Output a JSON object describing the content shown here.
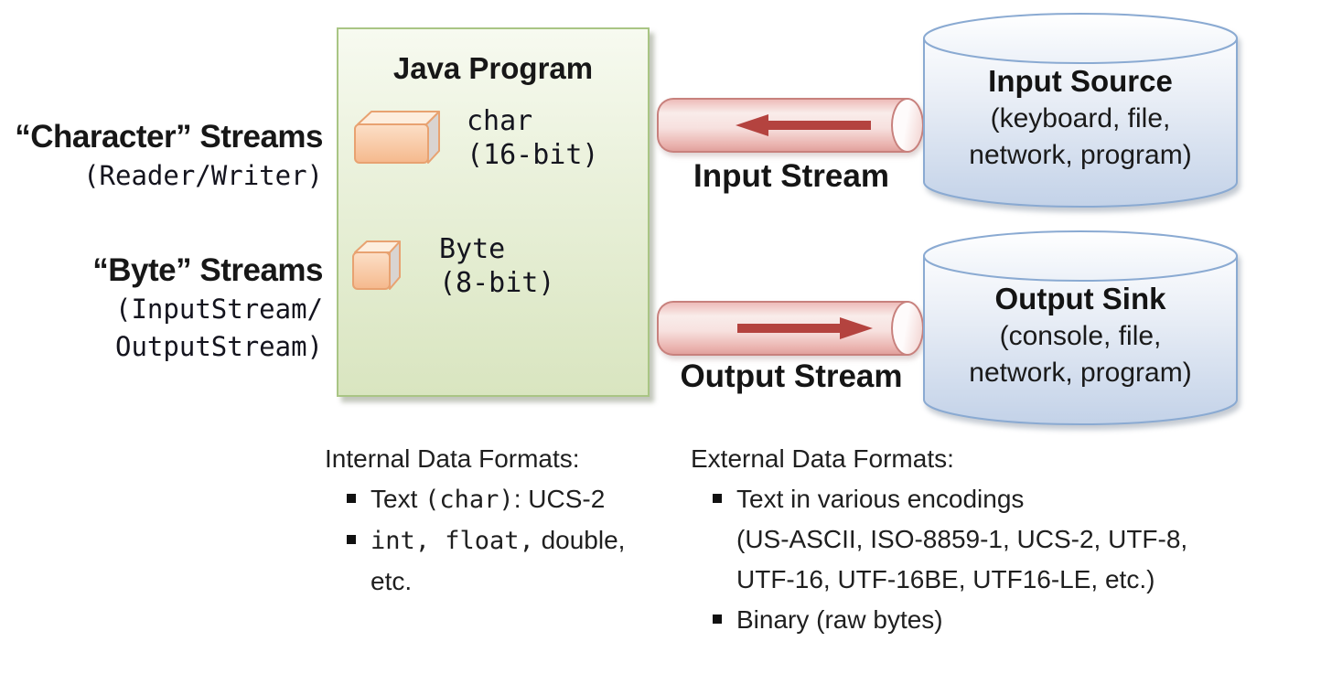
{
  "left_labels": {
    "char_streams": {
      "title": "“Character” Streams",
      "subtitle": "(Reader/Writer)"
    },
    "byte_streams": {
      "title": "“Byte” Streams",
      "subtitle_line1": "(InputStream/",
      "subtitle_line2": "OutputStream)"
    }
  },
  "java_program": {
    "title": "Java Program",
    "char_item": {
      "name": "char",
      "size": "(16-bit)"
    },
    "byte_item": {
      "name": "Byte",
      "size": "(8-bit)"
    }
  },
  "streams": {
    "input": {
      "label": "Input Stream",
      "direction": "left"
    },
    "output": {
      "label": "Output Stream",
      "direction": "right"
    }
  },
  "endpoints": {
    "input_source": {
      "title": "Input Source",
      "detail_line1": "(keyboard, file,",
      "detail_line2": "network, program)"
    },
    "output_sink": {
      "title": "Output Sink",
      "detail_line1": "(console, file,",
      "detail_line2": "network, program)"
    }
  },
  "formats": {
    "internal": {
      "heading": "Internal Data Formats:",
      "bullet1": {
        "a": "Text ",
        "b": "(char)",
        "c": ": UCS-2"
      },
      "bullet2": {
        "a": "int, float,",
        "b": " double,",
        "c": "etc."
      }
    },
    "external": {
      "heading": "External Data Formats:",
      "bullet1": "Text in various encodings\n(US-ASCII, ISO-8859-1, UCS-2, UTF-8,\nUTF-16, UTF-16BE, UTF16-LE, etc.)",
      "bullet2": "Binary (raw bytes)"
    }
  },
  "colors": {
    "java_box_fill": "#e4edd2",
    "java_box_border": "#a9c584",
    "pipe_fill": "#f5dbd8",
    "pipe_border": "#c8817d",
    "arrow_red": "#b4433f",
    "cylinder_fill": "#d3deee",
    "cylinder_border": "#8aaad2",
    "cube_peach": "#f8c79d",
    "text": "#1a1a1a"
  }
}
